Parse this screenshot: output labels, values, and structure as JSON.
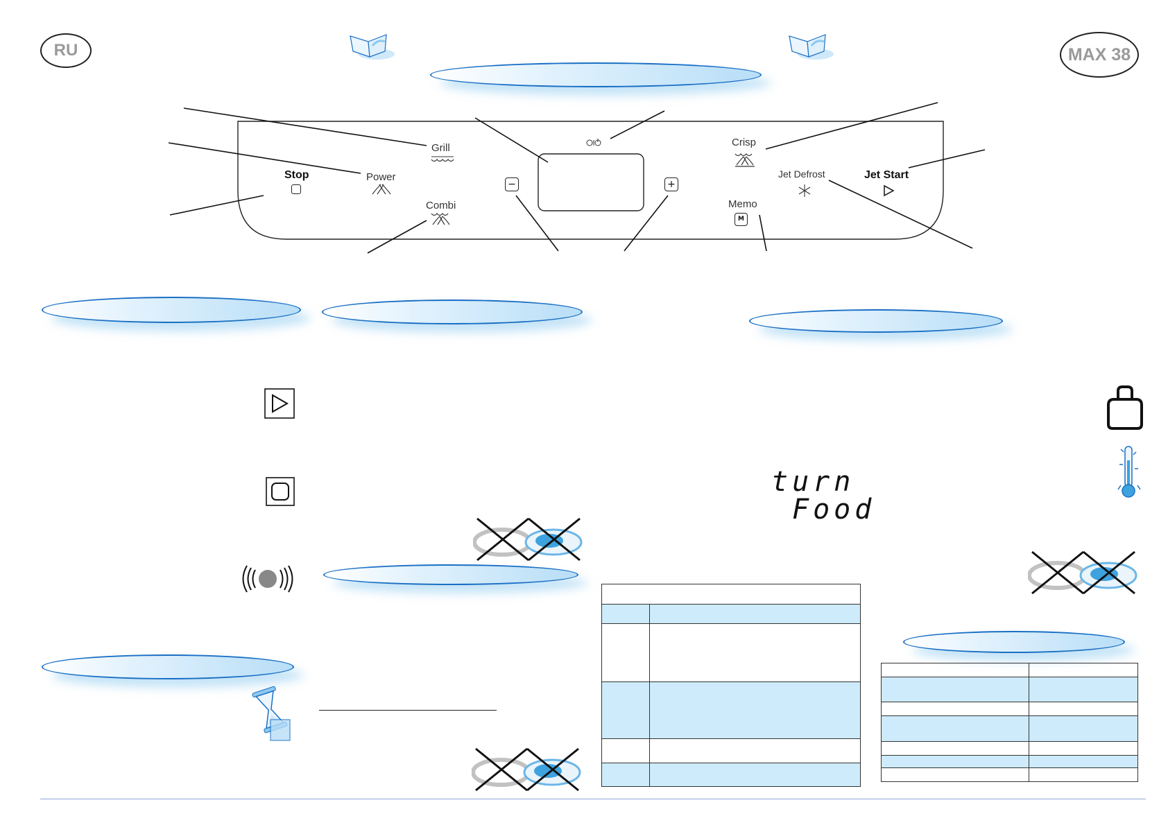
{
  "header": {
    "language_badge": "RU",
    "model_badge": "MAX 38"
  },
  "control_panel": {
    "stop_label": "Stop",
    "power_label": "Power",
    "grill_label": "Grill",
    "combi_label": "Combi",
    "crisp_label": "Crisp",
    "jet_defrost_label": "Jet Defrost",
    "memo_label": "Memo",
    "jet_start_label": "Jet Start",
    "minus_symbol": "−",
    "plus_symbol": "+",
    "memo_key_symbol": "M"
  },
  "display_message": {
    "line1": "turn",
    "line2": "Food"
  },
  "icons": [
    "book-icon",
    "start-icon",
    "stop-icon",
    "vibration-icon",
    "hourglass-icon",
    "weight-icon",
    "frozen-thermometer-icon",
    "no-metal-plates-icon"
  ],
  "colors": {
    "lens_fill": "#b8def7",
    "lens_border": "#1a6fc4",
    "table_blue": "#cdebfb"
  }
}
